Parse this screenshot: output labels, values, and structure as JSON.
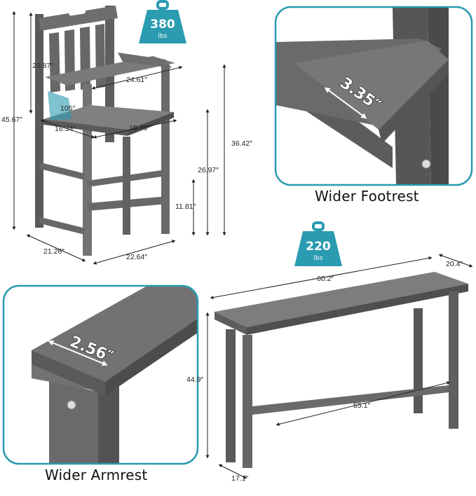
{
  "colors": {
    "product": "#6e6e6e",
    "product_dark": "#4d4d4d",
    "product_light": "#8a8a8a",
    "accent": "#2a9bb0",
    "frame": "#2a9bb0"
  },
  "chair": {
    "capacity": {
      "value": "380",
      "unit": "lbs"
    },
    "dims": {
      "height_total": "45.67″",
      "back_height": "20.87″",
      "arm_width": "24.61″",
      "recline_angle": "105°",
      "seat_depth": "16.34″",
      "seat_width": "19.70″",
      "base_depth": "21.26″",
      "base_width": "22.64″",
      "arm_height": "36.42″",
      "seat_height": "26.97″",
      "footrest_height": "11.81″"
    }
  },
  "footrest_detail": {
    "measure": "3.35″",
    "caption": "Wider Footrest"
  },
  "armrest_detail": {
    "measure": "2.56″",
    "caption": "Wider Armrest"
  },
  "table": {
    "capacity": {
      "value": "220",
      "unit": "lbs"
    },
    "dims": {
      "length": "60.2″",
      "depth": "20.4″",
      "height": "44.9″",
      "footrest_length": "55.1″",
      "base_depth": "17.1″"
    }
  }
}
